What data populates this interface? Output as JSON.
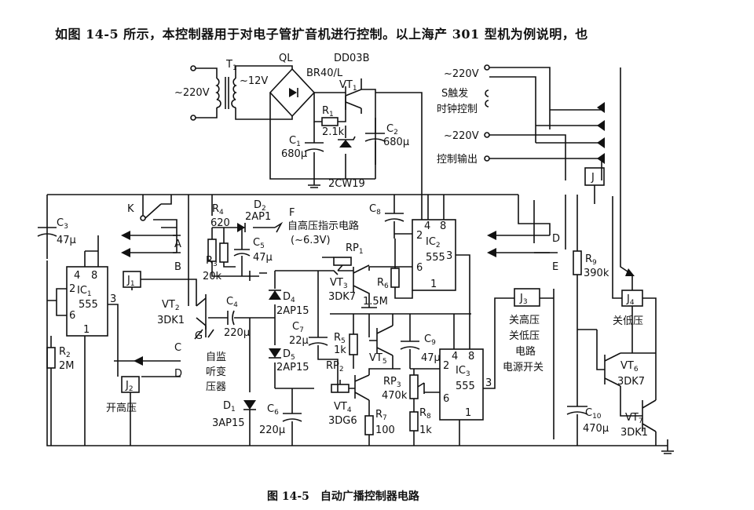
{
  "header": "如图 14-5 所示，本控制器用于对电子管扩音机进行控制。以上海产 301 型机为例说明，也",
  "caption": "图 14-5　自动广播控制器电路",
  "labels": {
    "ac_in": "~220V",
    "t1": "T",
    "t1_sub": "1",
    "ac12": "~12V",
    "ql": "QL",
    "br": "BR40/L",
    "dd03b": "DD03B",
    "vt1": "VT",
    "vt1_sub": "1",
    "r1": "R",
    "r1_sub": "1",
    "r1_val": "2.1k",
    "c1": "C",
    "c1_sub": "1",
    "c1_val": "680μ",
    "c2": "C",
    "c2_sub": "2",
    "c2_val": "680μ",
    "zener": "2CW19",
    "right_ac1": "~220V",
    "s_trigger": "S触发",
    "clock_ctrl": "时钟控制",
    "right_ac2": "~220V",
    "ctrl_out": "控制输出",
    "j_relay": "J",
    "k": "K",
    "c3": "C",
    "c3_sub": "3",
    "c3_val": "47μ",
    "a": "A",
    "b": "B",
    "ic1": "IC",
    "ic1_sub": "1",
    "ic1_555": "555",
    "ic1_p4": "4",
    "ic1_p8": "8",
    "ic1_p2": "2",
    "ic1_p3": "3",
    "ic1_p6": "6",
    "ic1_p1": "1",
    "r2": "R",
    "r2_sub": "2",
    "r2_val": "2M",
    "j1": "J",
    "j1_sub": "1",
    "j2": "J",
    "j2_sub": "2",
    "open_hv": "开高压",
    "vt2": "VT",
    "vt2_sub": "2",
    "vt2_type": "3DK1",
    "c": "C",
    "d": "D",
    "r4": "R",
    "r4_sub": "4",
    "r4_val": "620",
    "d2": "D",
    "d2_sub": "2",
    "d2_type": "2AP1",
    "f": "F",
    "hv_indicator": "自高压指示电路",
    "hv_voltage": "(~6.3V)",
    "c5": "C",
    "c5_sub": "5",
    "c5_val": "47μ",
    "r3": "R",
    "r3_sub": "3",
    "r3_val": "20k",
    "c4": "C",
    "c4_sub": "4",
    "c4_val": "220μ",
    "g": "G",
    "self_monitor": "自监",
    "listen_transformer1": "听变",
    "listen_transformer2": "压器",
    "d1": "D",
    "d1_sub": "1",
    "d1_type": "3AP15",
    "d4": "D",
    "d4_sub": "4",
    "d4_type": "2AP15",
    "d5": "D",
    "d5_sub": "5",
    "d5_type": "2AP15",
    "c7": "C",
    "c7_sub": "7",
    "c7_val": "22μ",
    "c6": "C",
    "c6_sub": "6",
    "c6_val": "220μ",
    "c8": "C",
    "c8_sub": "8",
    "rp1": "RP",
    "rp1_sub": "1",
    "vt3": "VT",
    "vt3_sub": "3",
    "vt3_type": "3DK7",
    "r6": "R",
    "r6_sub": "6",
    "r6_val": "1.5M",
    "ic2": "IC",
    "ic2_sub": "2",
    "ic2_555": "555",
    "ic2_p4": "4",
    "ic2_p8": "8",
    "ic2_p2": "2",
    "ic2_p3": "3",
    "ic2_p6": "6",
    "ic2_p1": "1",
    "r5": "R",
    "r5_sub": "5",
    "r5_val": "1k",
    "vt5": "VT",
    "vt5_sub": "5",
    "c9": "C",
    "c9_sub": "9",
    "c9_val": "47μ",
    "rp2": "RP",
    "rp2_sub": "2",
    "vt4": "VT",
    "vt4_sub": "4",
    "vt4_type": "3DG6",
    "r7": "R",
    "r7_sub": "7",
    "r7_val": "100",
    "rp3": "RP",
    "rp3_sub": "3",
    "rp3_val": "470k",
    "r8": "R",
    "r8_sub": "8",
    "r8_val": "1k",
    "ic3": "IC",
    "ic3_sub": "3",
    "ic3_555": "555",
    "ic3_p4": "4",
    "ic3_p8": "8",
    "ic3_p2": "2",
    "ic3_p3": "3",
    "ic3_p6": "6",
    "ic3_p1": "1",
    "j3": "J",
    "j3_sub": "3",
    "close_hv": "关高压",
    "close_lv": "关低压",
    "circuit": "电路",
    "power_switch": "电源开关",
    "d_out": "D",
    "e_out": "E",
    "r9": "R",
    "r9_sub": "9",
    "r9_val": "390k",
    "j4": "J",
    "j4_sub": "4",
    "close_lv2": "关低压",
    "vt6": "VT",
    "vt6_sub": "6",
    "vt6_type": "3DK7",
    "c10": "C",
    "c10_sub": "10",
    "c10_val": "470μ",
    "vt7": "VT",
    "vt7_sub": "7",
    "vt7_type": "3DK1"
  }
}
